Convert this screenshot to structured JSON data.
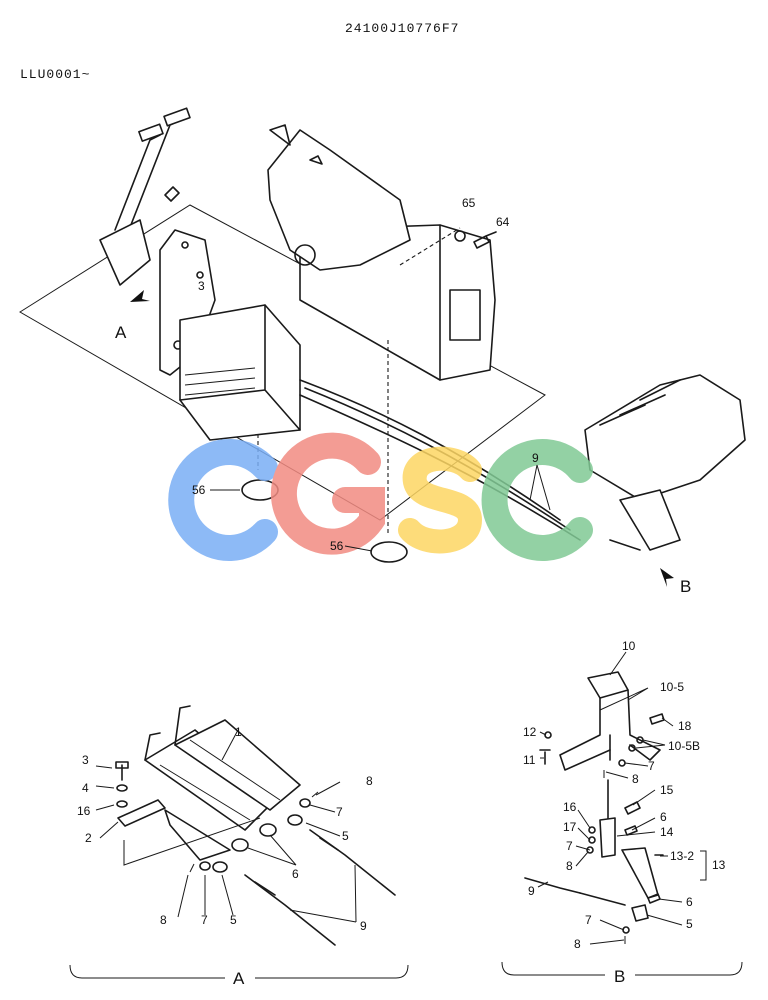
{
  "header": {
    "part_number": "24100J10776F7",
    "code": "LLU0001~"
  },
  "watermark": {
    "letters": [
      "C",
      "G",
      "S",
      "C"
    ],
    "colors": [
      "#7aaef5",
      "#f28b82",
      "#fdd663",
      "#81c995"
    ]
  },
  "callouts_main": [
    "65",
    "64",
    "3",
    "A",
    "56",
    "56",
    "9",
    "B"
  ],
  "callouts_detail_a": [
    "1",
    "3",
    "4",
    "16",
    "2",
    "8",
    "7",
    "5",
    "6",
    "8",
    "7",
    "5",
    "9"
  ],
  "callouts_detail_b": [
    "10",
    "10-5",
    "12",
    "11",
    "18",
    "10-5B",
    "7",
    "8",
    "15",
    "16",
    "17",
    "6",
    "14",
    "7",
    "13-2",
    "13",
    "8",
    "9",
    "6",
    "7",
    "5",
    "8"
  ],
  "sections": {
    "a": "A",
    "b": "B"
  }
}
